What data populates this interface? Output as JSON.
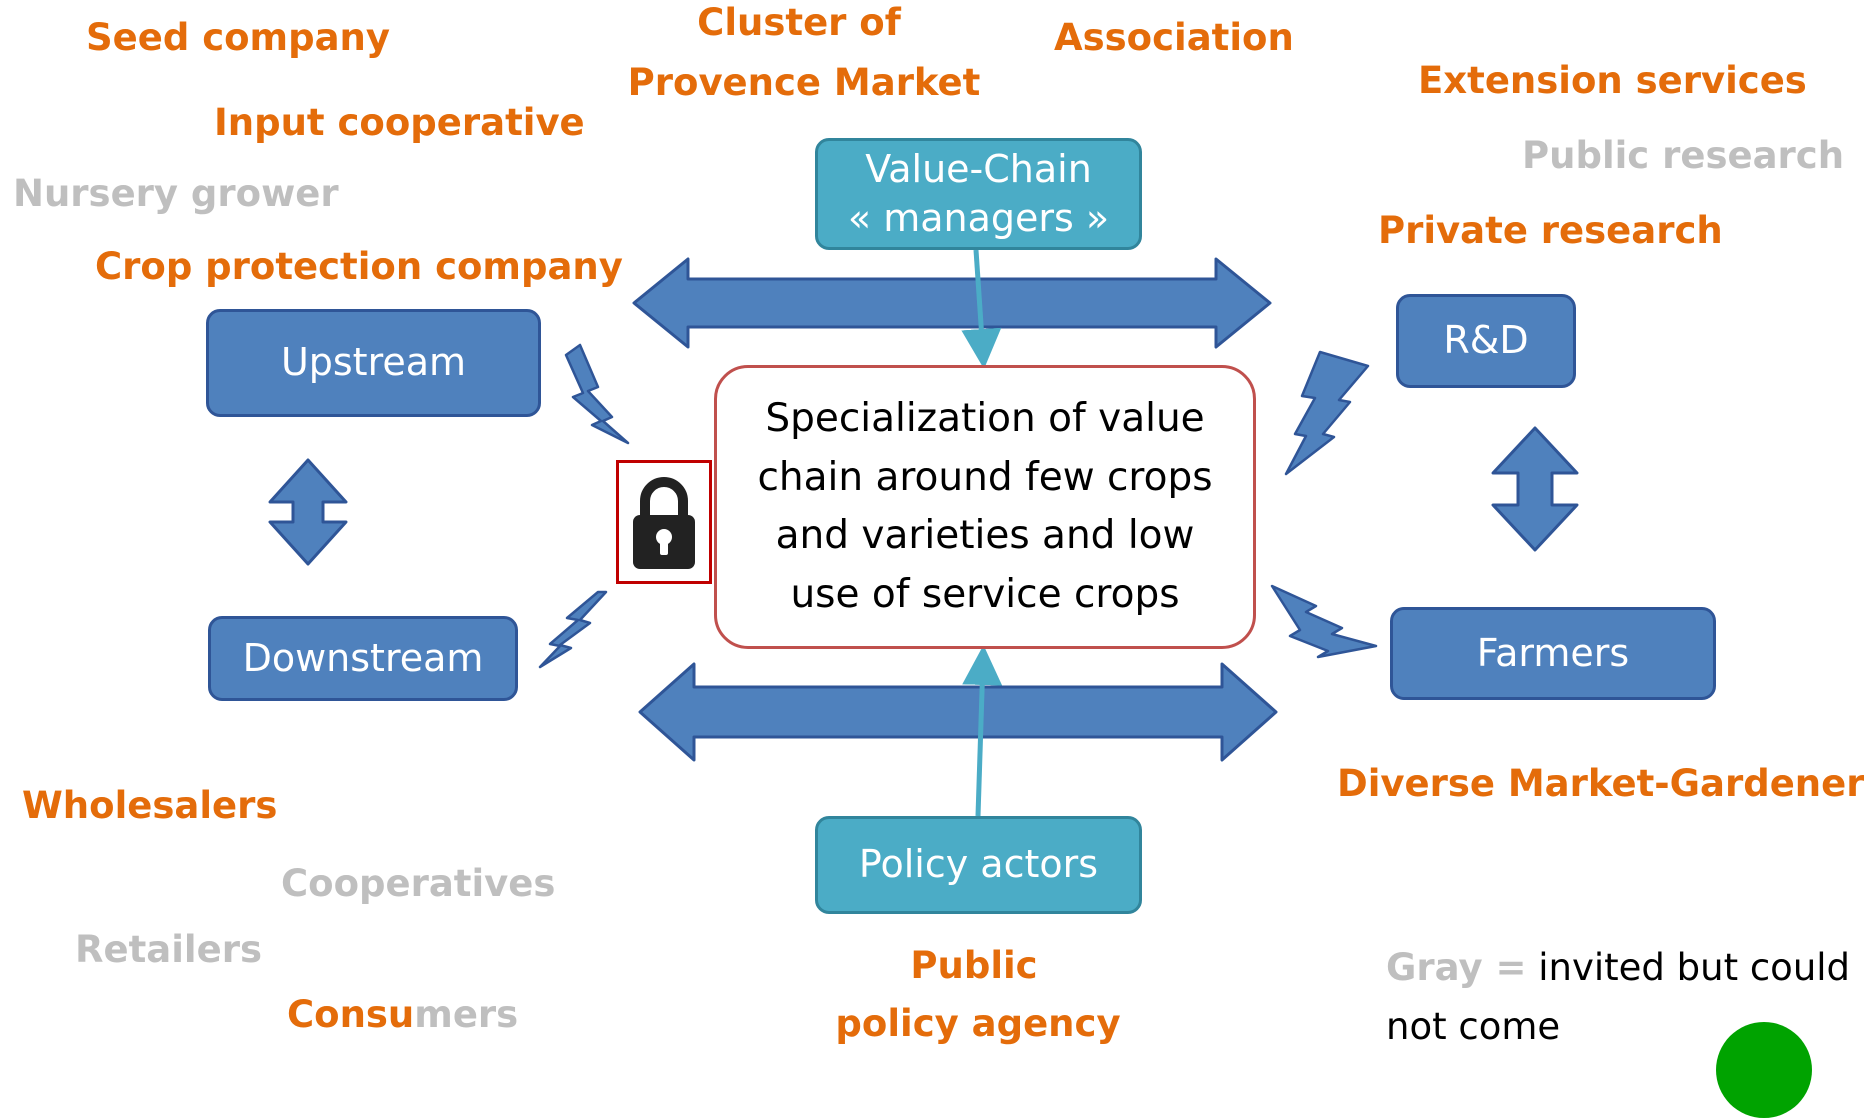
{
  "actors": {
    "seed_company": "Seed company",
    "cluster_line1": "Cluster of",
    "cluster_line2": "Provence Market",
    "association": "Association",
    "extension_services": "Extension services",
    "input_cooperative": "Input cooperative",
    "public_research": "Public research",
    "nursery_grower": "Nursery grower",
    "private_research": "Private research",
    "crop_protection": "Crop protection company",
    "wholesalers": "Wholesalers",
    "diverse_gardeners": "Diverse Market-Gardeners",
    "cooperatives": "Cooperatives",
    "retailers": "Retailers",
    "consumers_orange": "Consu",
    "consumers_gray": "mers",
    "public_line1": "Public",
    "public_line2": "policy agency"
  },
  "boxes": {
    "upstream": "Upstream",
    "downstream": "Downstream",
    "rnd": "R&D",
    "farmers": "Farmers",
    "value_chain_line1": "Value-Chain",
    "value_chain_line2": "« managers »",
    "policy_actors": "Policy actors"
  },
  "center_text": "Specialization of value chain around few crops and varieties and low use of service crops",
  "legend": {
    "gray_word": "Gray =",
    "text": " invited but could not come"
  },
  "icons": [
    "lock-icon",
    "lightning-icon",
    "double-arrow-icon"
  ],
  "colors": {
    "orange_label": "#e46c0a",
    "gray_label": "#bfbfbf",
    "actor_box": "#4f81bd",
    "manager_box": "#4bacc6",
    "center_border": "#c0504d",
    "lock_border": "#c00000",
    "status_dot": "#00a300"
  }
}
